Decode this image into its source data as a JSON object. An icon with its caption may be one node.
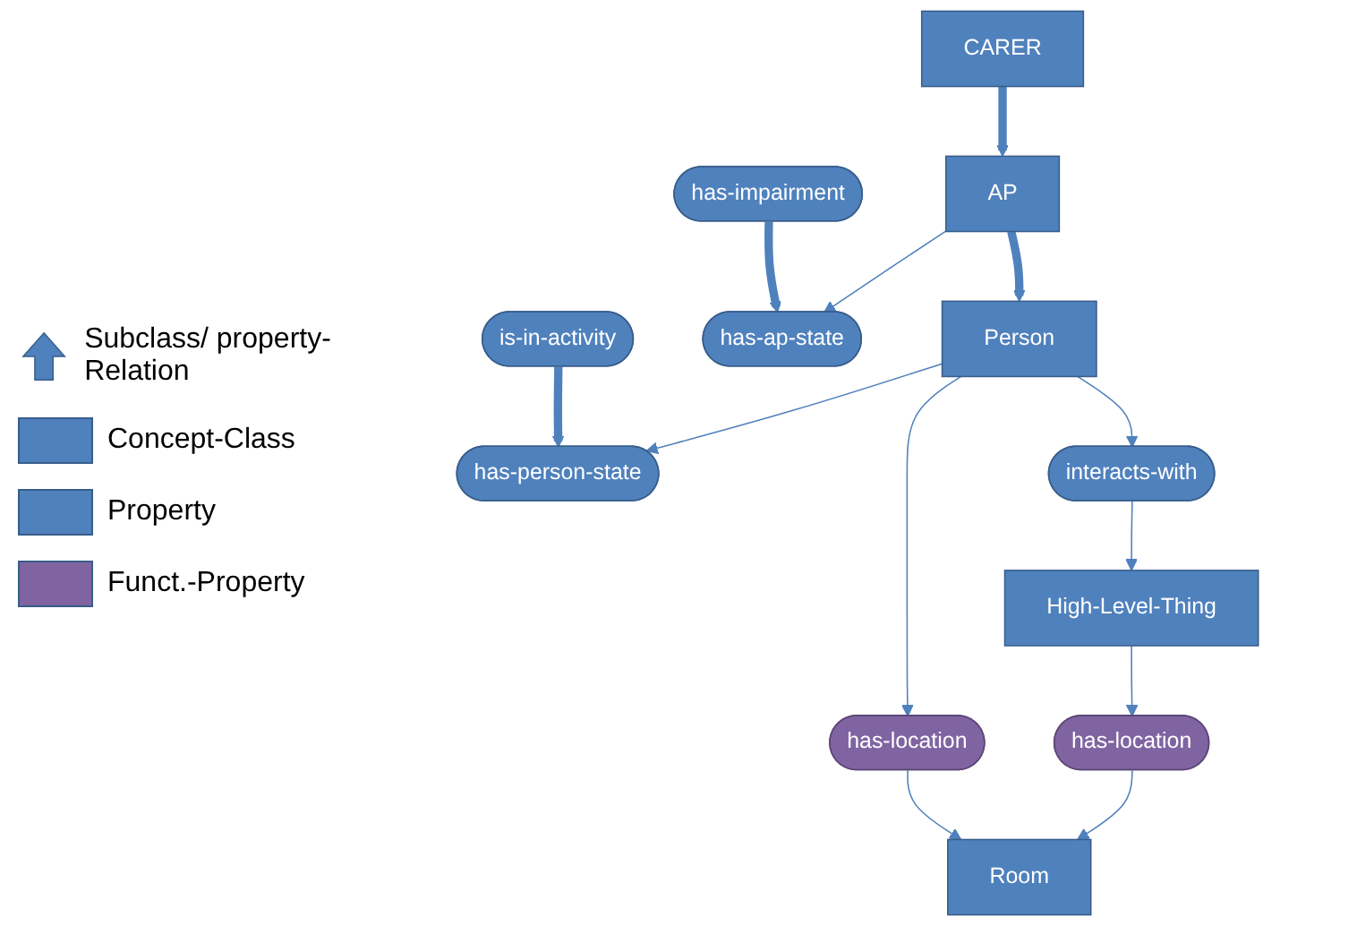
{
  "diagram": {
    "nodes": [
      {
        "text": [
          "has-impairment"
        ]
      },
      {
        "text": [
          "is-in-activity"
        ]
      },
      {
        "text": [
          "has-ap-state"
        ]
      },
      {
        "text": [
          "has-person-state"
        ]
      },
      {
        "text": [
          "CARER"
        ]
      },
      {
        "text": [
          "AP"
        ]
      },
      {
        "text": [
          "Person"
        ]
      },
      {
        "text": [
          "has-location"
        ]
      },
      {
        "text": [
          "Room"
        ]
      },
      {
        "text": [
          "interacts-with"
        ]
      },
      {
        "text": [
          "has-location"
        ]
      },
      {
        "text": [
          "High-Level-Thing"
        ]
      }
    ],
    "edges": [
      {
        "from": 0,
        "to": 2,
        "arrow": "to",
        "style": "thick"
      },
      {
        "from": 1,
        "to": 3,
        "arrow": "to",
        "style": "thick"
      },
      {
        "from": 5,
        "to": 2,
        "arrow": "to"
      },
      {
        "from": 6,
        "to": 3,
        "arrow": "to"
      },
      {
        "from": 4,
        "to": 5,
        "arrow": "to",
        "style": "thick"
      },
      {
        "from": 5,
        "to": 6,
        "arrow": "to",
        "style": "thick"
      },
      {
        "from": 6,
        "to": 7,
        "arrow": "to"
      },
      {
        "from": 7,
        "to": 8,
        "arrow": "to"
      },
      {
        "from": 6,
        "to": 9,
        "arrow": "to"
      },
      {
        "from": 9,
        "to": 11,
        "arrow": "to"
      },
      {
        "from": 11,
        "to": 10,
        "arrow": "to"
      },
      {
        "from": 10,
        "to": 8,
        "arrow": "to"
      }
    ],
    "legend": [
      {
        "text": "Subclass/ property-Relation"
      },
      {
        "text": "Concept-Class",
        "color": "#4f81bd"
      },
      {
        "text": "Property",
        "color": "#4f81bd"
      },
      {
        "text": "Funct.-Property",
        "color": "#8064a2"
      }
    ]
  }
}
